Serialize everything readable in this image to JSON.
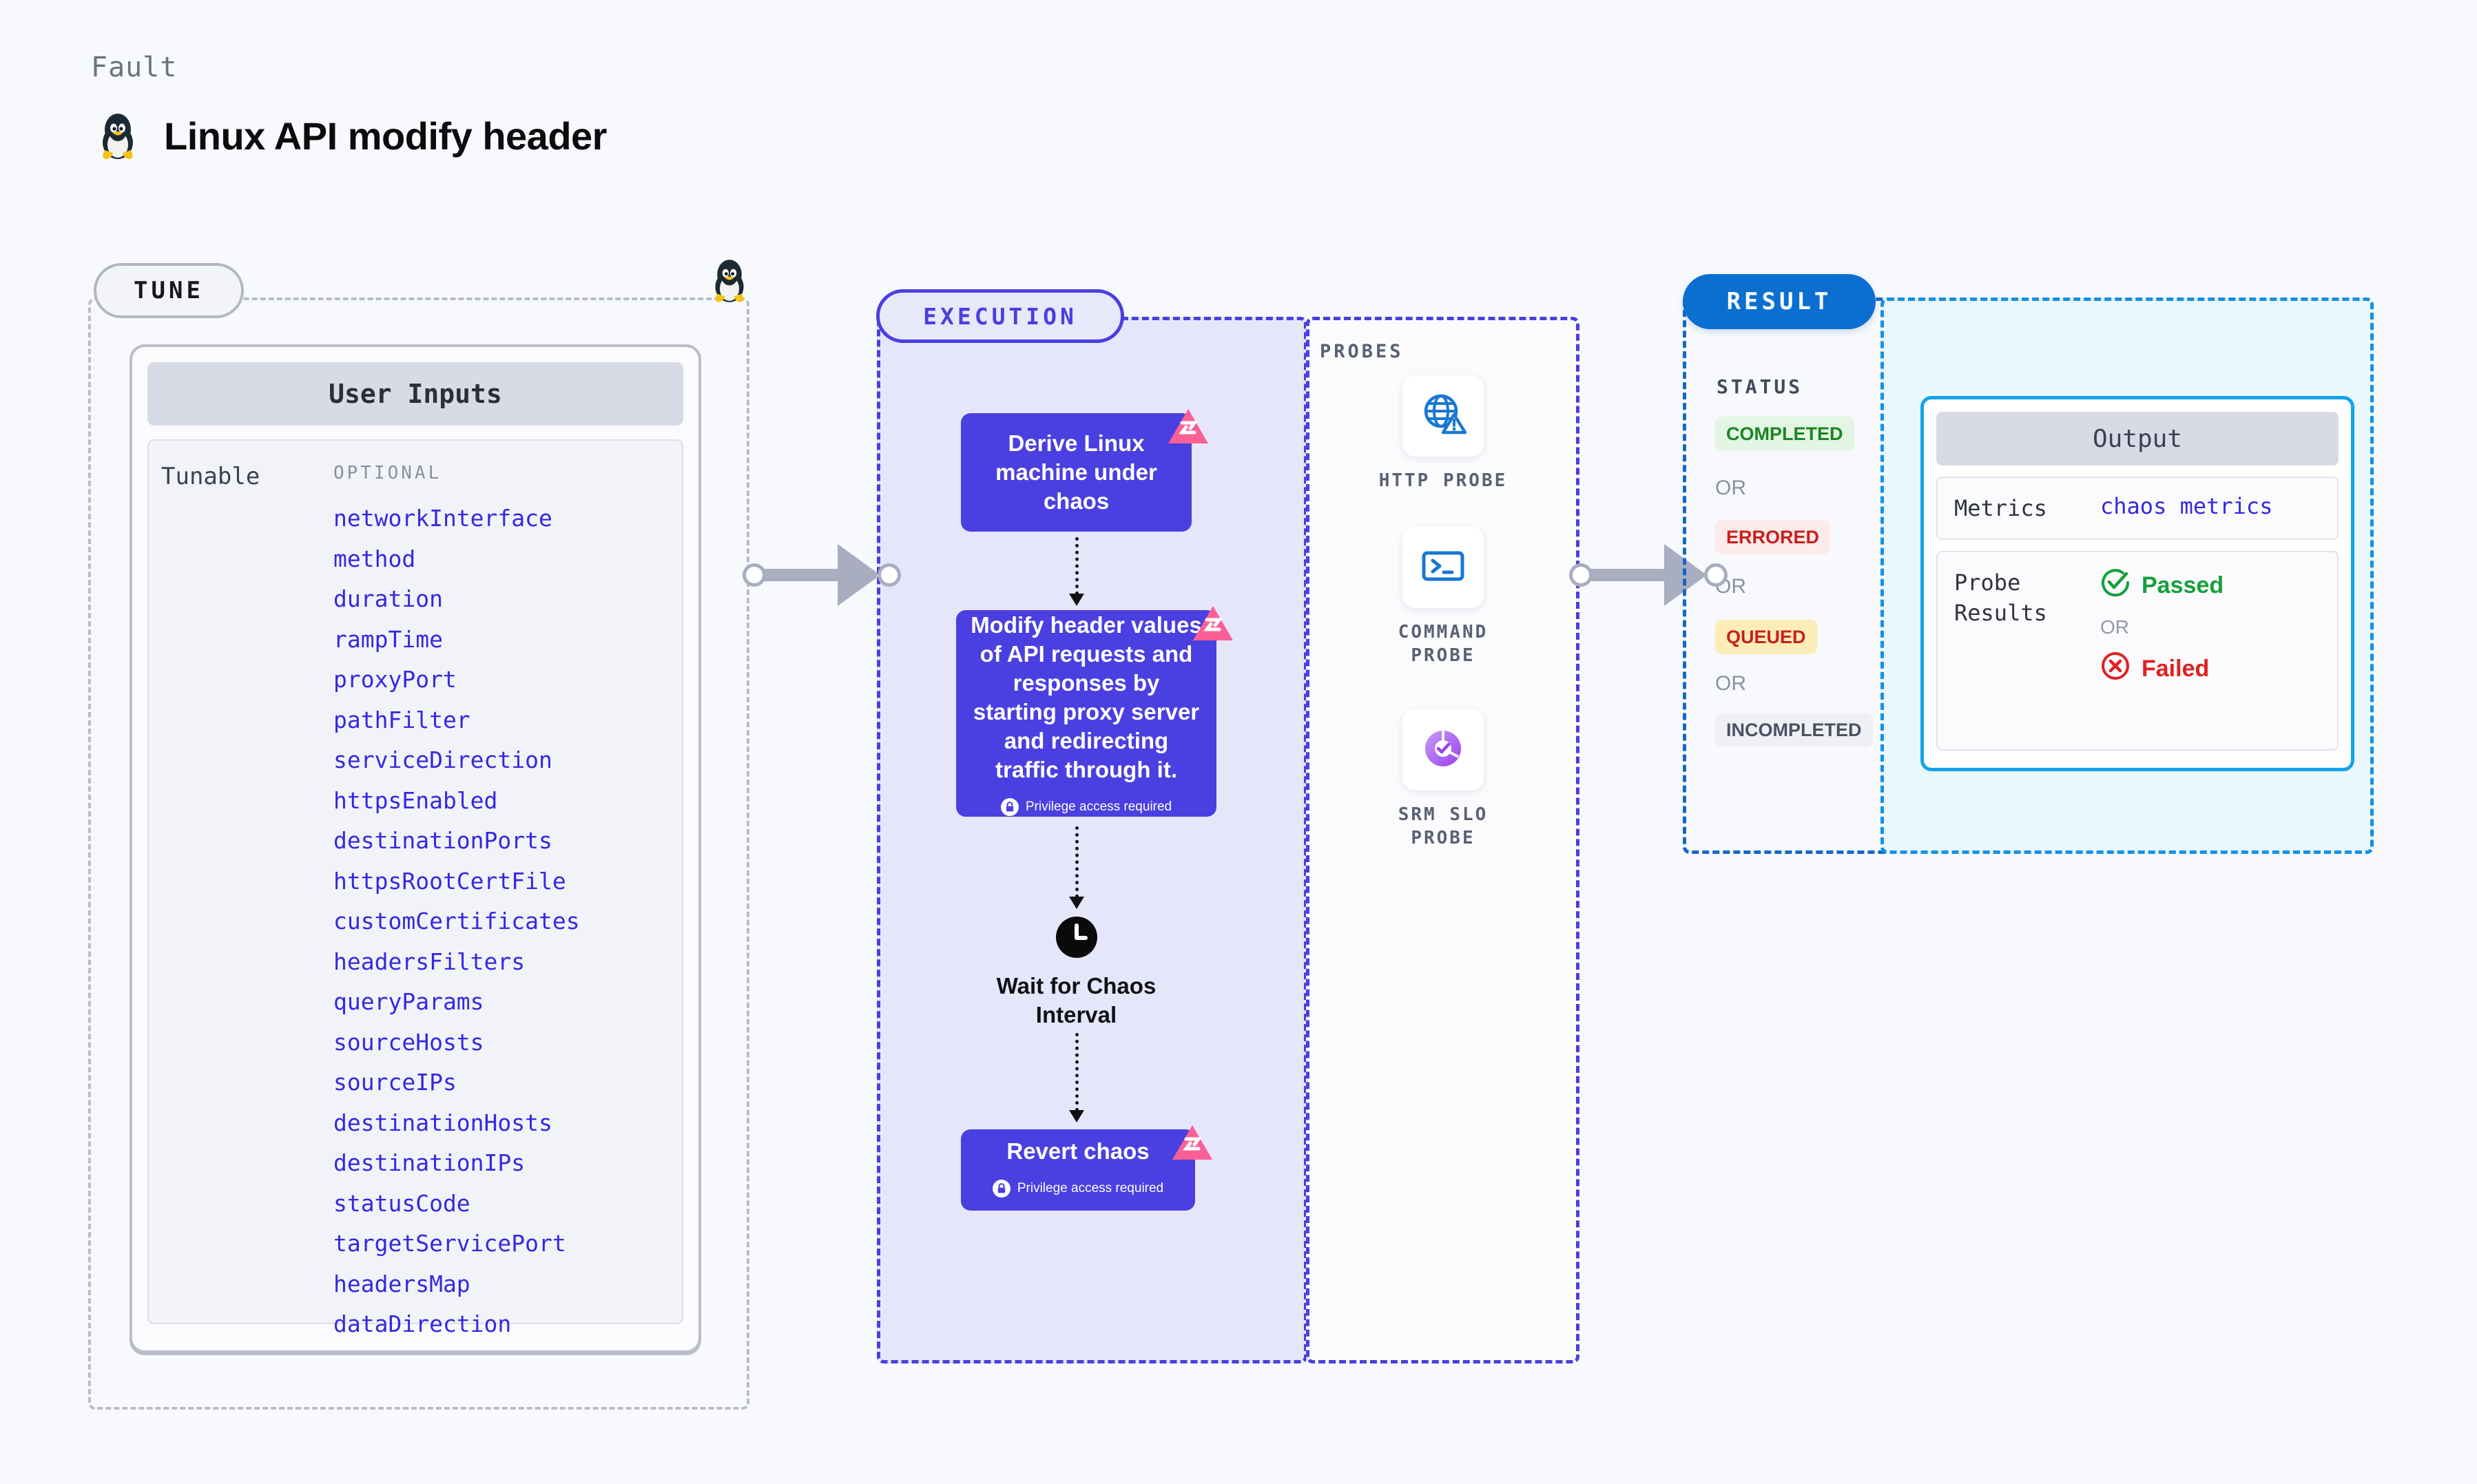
{
  "header": {
    "kicker": "Fault",
    "title": "Linux API modify header",
    "icon": "linux-penguin-icon"
  },
  "tune": {
    "pill_label": "TUNE",
    "card_title": "User Inputs",
    "group_label": "Tunable",
    "optional_label": "OPTIONAL",
    "items": [
      "networkInterface",
      "method",
      "duration",
      "rampTime",
      "proxyPort",
      "pathFilter",
      "serviceDirection",
      "httpsEnabled",
      "destinationPorts",
      "httpsRootCertFile",
      "customCertificates",
      "headersFilters",
      "queryParams",
      "sourceHosts",
      "sourceIPs",
      "destinationHosts",
      "destinationIPs",
      "statusCode",
      "targetServicePort",
      "headersMap",
      "dataDirection"
    ]
  },
  "execution": {
    "pill_label": "EXECUTION",
    "nodes": [
      {
        "label": "Derive Linux machine under chaos",
        "privilege": null
      },
      {
        "label": "Modify header values of API requests and responses by starting proxy server and redirecting traffic through it.",
        "privilege": "Privilege access required"
      },
      {
        "label": "Revert chaos",
        "privilege": "Privilege access required"
      }
    ],
    "wait_label": "Wait for Chaos Interval"
  },
  "probes": {
    "section_label": "PROBES",
    "items": [
      {
        "name": "HTTP PROBE",
        "icon": "globe-warning-icon"
      },
      {
        "name": "COMMAND\nPROBE",
        "icon": "terminal-icon"
      },
      {
        "name": "SRM SLO\nPROBE",
        "icon": "slo-donut-check-icon"
      }
    ]
  },
  "result": {
    "pill_label": "RESULT",
    "status_label": "STATUS",
    "or_label": "OR",
    "statuses": [
      {
        "label": "COMPLETED",
        "bg": "#e3f5e3",
        "fg": "#1c8422"
      },
      {
        "label": "ERRORED",
        "bg": "#fdeaea",
        "fg": "#c8201c"
      },
      {
        "label": "QUEUED",
        "bg": "#fcecb8",
        "fg": "#c8201c"
      },
      {
        "label": "INCOMPLETED",
        "bg": "#eff0f5",
        "fg": "#4b5064"
      }
    ],
    "output": {
      "title": "Output",
      "metrics_key": "Metrics",
      "metrics_value": "chaos metrics",
      "probe_results_key": "Probe\nResults",
      "passed_label": "Passed",
      "failed_label": "Failed",
      "or_label": "OR"
    }
  },
  "colors": {
    "primary_purple": "#4a3fe0",
    "result_blue": "#0a6fd0",
    "output_cyan": "#13a3e8",
    "connector_gray": "#a9adc0",
    "chaos_pink": "#fa5f96"
  }
}
